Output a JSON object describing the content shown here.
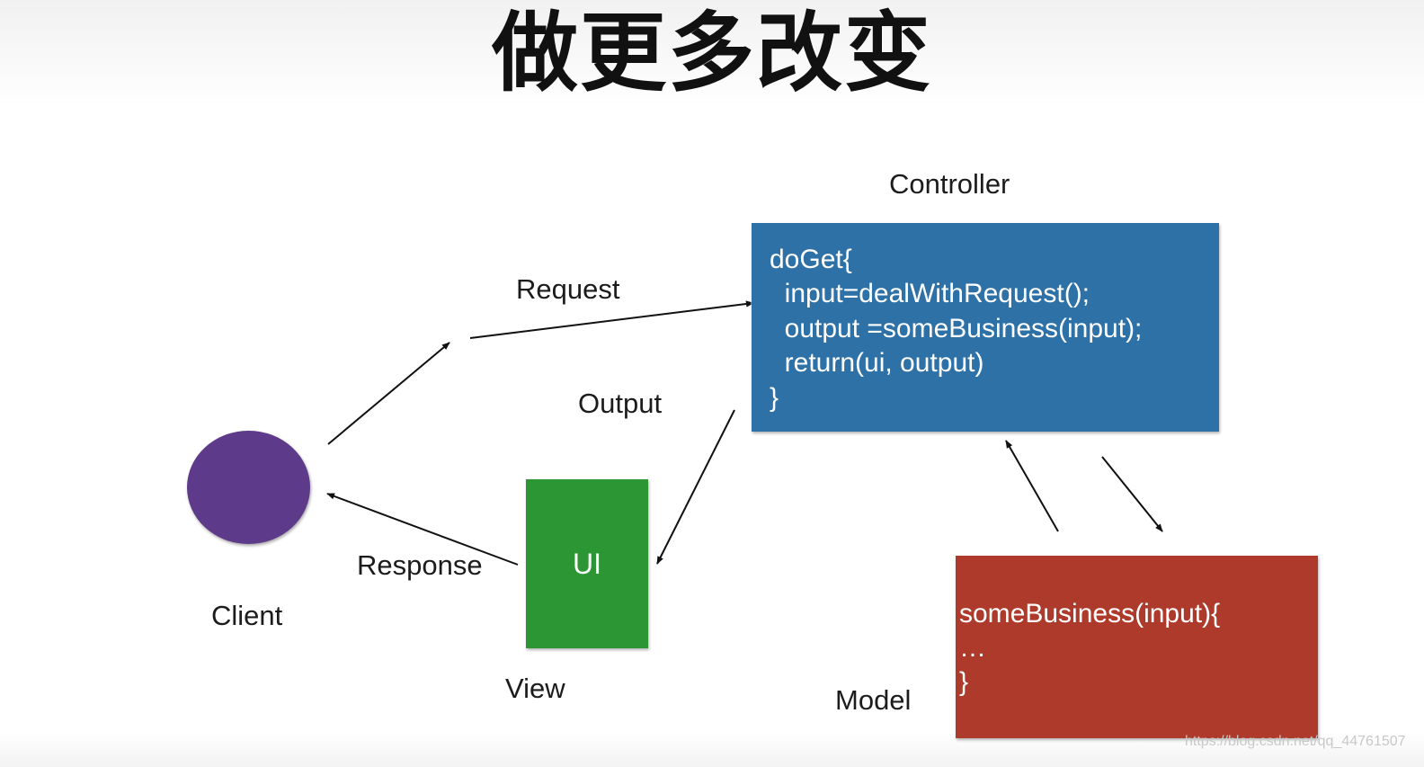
{
  "title": "做更多改变",
  "nodes": {
    "client": {
      "label": "Client",
      "color": "#5e3a8a"
    },
    "view": {
      "label": "View",
      "box_text": "UI",
      "color": "#2d9634"
    },
    "controller": {
      "label": "Controller",
      "color": "#2e71a7",
      "code_lines": [
        "doGet{",
        "  input=dealWithRequest();",
        "  output =someBusiness(input);",
        "  return(ui, output)",
        "}"
      ]
    },
    "model": {
      "label": "Model",
      "color": "#ad3a2a",
      "code_lines": [
        "someBusiness(input){",
        "…",
        "}"
      ]
    }
  },
  "edges": {
    "request": "Request",
    "output": "Output",
    "response": "Response"
  },
  "watermark": "https://blog.csdn.net/qq_44761507"
}
